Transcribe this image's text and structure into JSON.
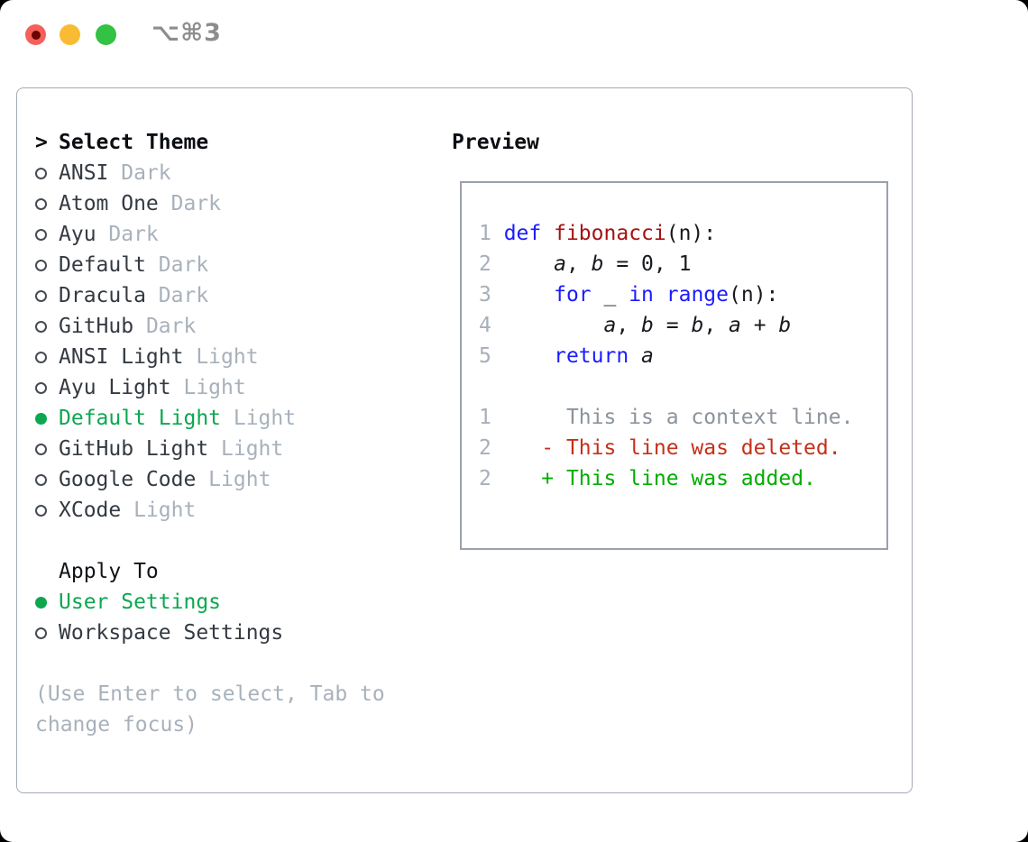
{
  "window": {
    "title": "⌥⌘3",
    "traffic_lights": [
      "close",
      "minimize",
      "zoom"
    ]
  },
  "theme_picker": {
    "header": {
      "prompt": ">",
      "label": "Select Theme"
    },
    "items": [
      {
        "name": "ANSI",
        "variant": "Dark",
        "selected": false
      },
      {
        "name": "Atom One",
        "variant": "Dark",
        "selected": false
      },
      {
        "name": "Ayu",
        "variant": "Dark",
        "selected": false
      },
      {
        "name": "Default",
        "variant": "Dark",
        "selected": false
      },
      {
        "name": "Dracula",
        "variant": "Dark",
        "selected": false
      },
      {
        "name": "GitHub",
        "variant": "Dark",
        "selected": false
      },
      {
        "name": "ANSI Light",
        "variant": "Light",
        "selected": false
      },
      {
        "name": "Ayu Light",
        "variant": "Light",
        "selected": false
      },
      {
        "name": "Default Light",
        "variant": "Light",
        "selected": true
      },
      {
        "name": "GitHub Light",
        "variant": "Light",
        "selected": false
      },
      {
        "name": "Google Code",
        "variant": "Light",
        "selected": false
      },
      {
        "name": "XCode",
        "variant": "Light",
        "selected": false
      }
    ],
    "apply_to": {
      "label": "Apply To",
      "options": [
        {
          "label": "User Settings",
          "selected": true
        },
        {
          "label": "Workspace Settings",
          "selected": false
        }
      ]
    },
    "hint": "(Use Enter to select, Tab to change focus)"
  },
  "preview": {
    "label": "Preview",
    "lines": [
      {
        "num": "1 ",
        "segs": [
          [
            "kw",
            "def"
          ],
          [
            "pl",
            " "
          ],
          [
            "fn",
            "fibonacci"
          ],
          [
            "pl",
            "(n):"
          ]
        ]
      },
      {
        "num": "2 ",
        "segs": [
          [
            "pl",
            "    "
          ],
          [
            "var",
            "a"
          ],
          [
            "pl",
            ", "
          ],
          [
            "var",
            "b"
          ],
          [
            "pl",
            " = 0, 1"
          ]
        ]
      },
      {
        "num": "3 ",
        "segs": [
          [
            "pl",
            "    "
          ],
          [
            "kw",
            "for"
          ],
          [
            "pl",
            " _ "
          ],
          [
            "kw",
            "in"
          ],
          [
            "pl",
            " "
          ],
          [
            "kw",
            "range"
          ],
          [
            "pl",
            "(n):"
          ]
        ]
      },
      {
        "num": "4 ",
        "segs": [
          [
            "pl",
            "        "
          ],
          [
            "var",
            "a"
          ],
          [
            "pl",
            ", "
          ],
          [
            "var",
            "b"
          ],
          [
            "pl",
            " = "
          ],
          [
            "var",
            "b"
          ],
          [
            "pl",
            ", "
          ],
          [
            "var",
            "a"
          ],
          [
            "pl",
            " + "
          ],
          [
            "var",
            "b"
          ]
        ]
      },
      {
        "num": "5 ",
        "segs": [
          [
            "pl",
            "    "
          ],
          [
            "kw",
            "return"
          ],
          [
            "pl",
            " "
          ],
          [
            "var",
            "a"
          ]
        ]
      },
      {
        "num": "",
        "segs": []
      },
      {
        "num": "1",
        "segs": [
          [
            "ctx",
            "      This is a context line."
          ]
        ]
      },
      {
        "num": "2",
        "segs": [
          [
            "del",
            "    - This line was deleted."
          ]
        ]
      },
      {
        "num": "2",
        "segs": [
          [
            "add",
            "    + This line was added."
          ]
        ]
      }
    ]
  },
  "colors": {
    "selection_green": "#0ca750",
    "muted_gray": "#a8b1bb",
    "item_text": "#343a42",
    "header_text": "#0b0e12",
    "keyword_blue": "#1b1bff",
    "function_red": "#a61111",
    "code_plain": "#17191d",
    "line_number_gray": "#a6afb9",
    "context_gray": "#8b939c",
    "deleted_red": "#c5301a",
    "added_green": "#00ad00",
    "panel_border": "#a4abb4",
    "box_border": "#9aa1ab",
    "title_gray": "#8d8d8d",
    "traffic_red": "#f4605a",
    "traffic_red_dot": "#6b0403",
    "traffic_yellow": "#f9bb33",
    "traffic_green": "#33c243"
  }
}
